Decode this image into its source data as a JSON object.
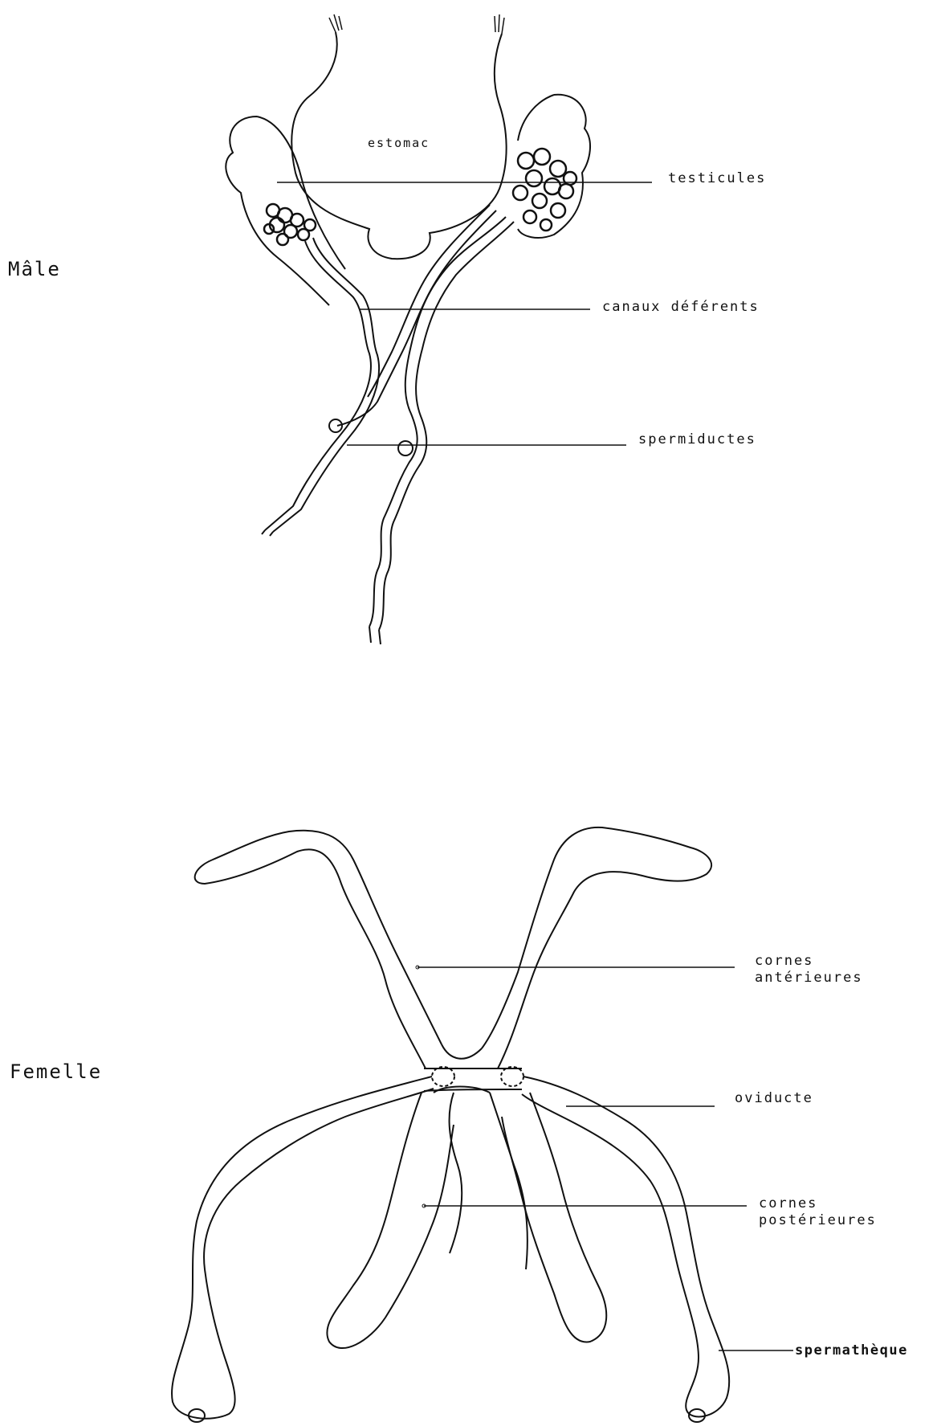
{
  "male": {
    "title": "Mâle",
    "organs": {
      "stomach": "estomac"
    },
    "labels": {
      "testes": "testicules",
      "vas_deferens": "canaux déférents",
      "sperm_ducts": "spermiductes"
    }
  },
  "female": {
    "title": "Femelle",
    "labels": {
      "anterior_horns_1": "cornes",
      "anterior_horns_2": "antérieures",
      "oviduct": "oviducte",
      "posterior_horns_1": "cornes",
      "posterior_horns_2": "postérieures",
      "spermatheca": "spermathèque"
    }
  },
  "colors": {
    "ink": "#111111",
    "background": "#ffffff"
  }
}
